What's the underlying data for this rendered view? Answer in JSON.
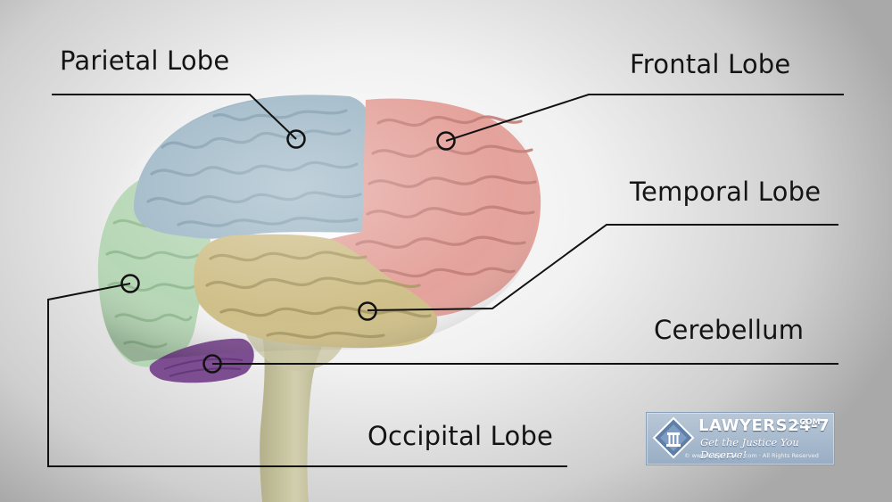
{
  "labels": {
    "parietal": "Parietal Lobe",
    "frontal": "Frontal Lobe",
    "temporal": "Temporal Lobe",
    "cerebellum": "Cerebellum",
    "occipital": "Occipital Lobe"
  },
  "logo": {
    "name": "LAWYERS24-7",
    "tld": ".COM",
    "tagline": "Get the Justice You Deserve!",
    "copyright": "© www.lawyers24-7.com · All Rights Reserved"
  },
  "colors": {
    "parietal": "#9fb9c8",
    "frontal": "#e4a29c",
    "temporal": "#cfc08a",
    "occipital": "#b7d8b6",
    "cerebellum": "#7e4f92",
    "brainstem": "#c6c2a0",
    "leader_line": "#111111"
  }
}
